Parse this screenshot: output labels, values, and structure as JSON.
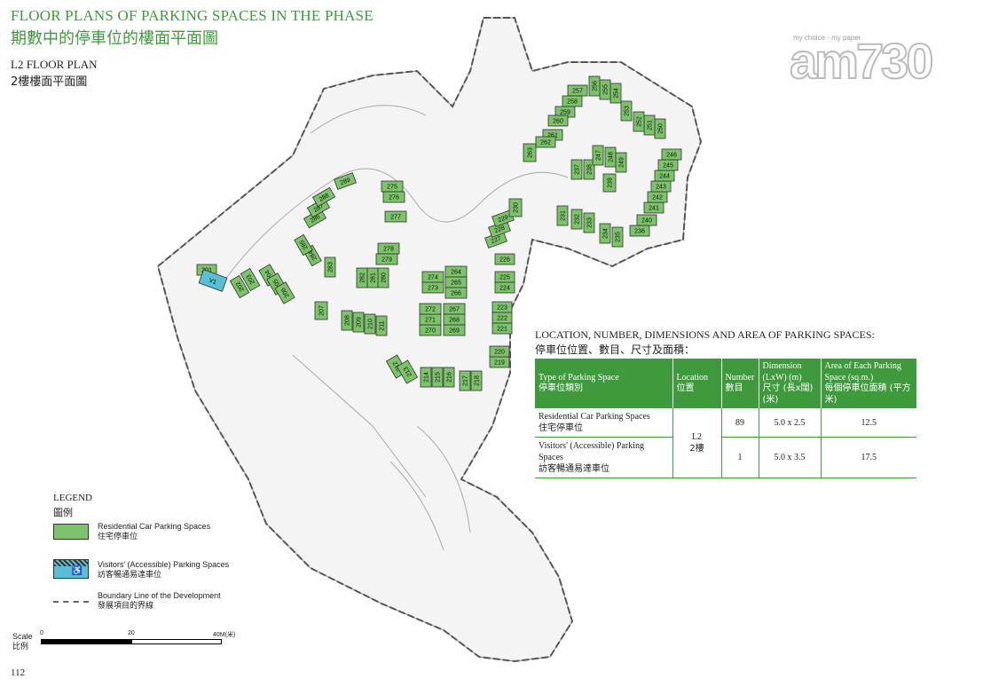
{
  "header": {
    "title_en": "FLOOR PLANS OF PARKING SPACES IN THE PHASE",
    "title_zh": "期數中的停車位的樓面平面圖",
    "sub_en": "L2 FLOOR PLAN",
    "sub_zh": "2樓樓面平面圖"
  },
  "logo": {
    "small": "my choice · my paper",
    "big": "am730"
  },
  "location": {
    "title_en": "LOCATION, NUMBER, DIMENSIONS AND AREA OF PARKING SPACES:",
    "title_zh": "停車位位置、數目、尺寸及面積："
  },
  "table": {
    "headers": [
      {
        "en": "Type of Parking Space",
        "zh": "停車位類別"
      },
      {
        "en": "Location",
        "zh": "位置"
      },
      {
        "en": "Number",
        "zh": "數目"
      },
      {
        "en": "Dimension (LxW) (m)",
        "zh": "尺寸 (長x闊) (米)"
      },
      {
        "en": "Area of Each Parking Space (sq.m.)",
        "zh": "每個停車位面積 (平方米)"
      }
    ],
    "location_en": "L2",
    "location_zh": "2樓",
    "rows": [
      {
        "type_en": "Residential Car Parking Spaces",
        "type_zh": "住宅停車位",
        "number": "89",
        "dimension": "5.0 x 2.5",
        "area": "12.5"
      },
      {
        "type_en": "Visitors' (Accessible) Parking Spaces",
        "type_zh": "訪客暢通易達車位",
        "number": "1",
        "dimension": "5.0 x 3.5",
        "area": "17.5"
      }
    ]
  },
  "legend": {
    "title_en": "LEGEND",
    "title_zh": "圖例",
    "items": [
      {
        "en": "Residential Car Parking Spaces",
        "zh": "住宅停車位",
        "color": "#7cc36a"
      },
      {
        "en": "Visitors' (Accessible) Parking Spaces",
        "zh": "訪客暢通易達車位",
        "color": "#5bbfd3"
      },
      {
        "en": "Boundary Line of the Development",
        "zh": "發展項目的界線"
      }
    ]
  },
  "scale": {
    "label_en": "Scale",
    "label_zh": "比例",
    "t0": "0",
    "t20": "20",
    "t40": "40M(米)"
  },
  "page_number": "112",
  "plan": {
    "space_color": "#7cc36a",
    "visitor_color": "#5bbfd3",
    "visitor_label": "V1",
    "spaces": [
      "201",
      "202",
      "203",
      "204",
      "205",
      "206",
      "207",
      "208",
      "209",
      "210",
      "211",
      "212",
      "213",
      "214",
      "215",
      "216",
      "217",
      "218",
      "219",
      "220",
      "221",
      "222",
      "223",
      "224",
      "225",
      "226",
      "227",
      "228",
      "229",
      "230",
      "231",
      "232",
      "233",
      "234",
      "235",
      "236",
      "237",
      "238",
      "239",
      "240",
      "241",
      "242",
      "243",
      "244",
      "245",
      "246",
      "247",
      "248",
      "249",
      "250",
      "251",
      "252",
      "253",
      "254",
      "255",
      "256",
      "257",
      "258",
      "259",
      "260",
      "261",
      "262",
      "263",
      "264",
      "265",
      "266",
      "267",
      "268",
      "269",
      "270",
      "271",
      "272",
      "273",
      "274",
      "275",
      "276",
      "277",
      "278",
      "279",
      "280",
      "281",
      "282",
      "283",
      "284",
      "285",
      "286",
      "287",
      "288",
      "289"
    ]
  }
}
